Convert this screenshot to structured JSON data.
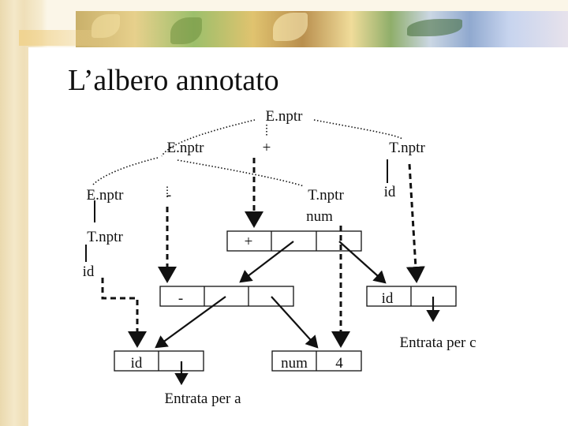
{
  "title": "L’albero annotato",
  "tree": {
    "root": "E.nptr",
    "left_e": "E.nptr",
    "plus_top": "+",
    "right_t": "T.nptr",
    "left_left_e": "E.nptr",
    "minus_top": "-",
    "mid_t": "T.nptr",
    "num_leaf": "num",
    "id_right": "id",
    "left_t": "T.nptr",
    "id_left": "id"
  },
  "records": {
    "plus_node": "+",
    "minus_node": "-",
    "id_c_node": "id",
    "id_a_node": "id",
    "num_node": "num",
    "num_value": "4"
  },
  "entries": {
    "entry_c": "Entrata per c",
    "entry_a": "Entrata per a"
  }
}
